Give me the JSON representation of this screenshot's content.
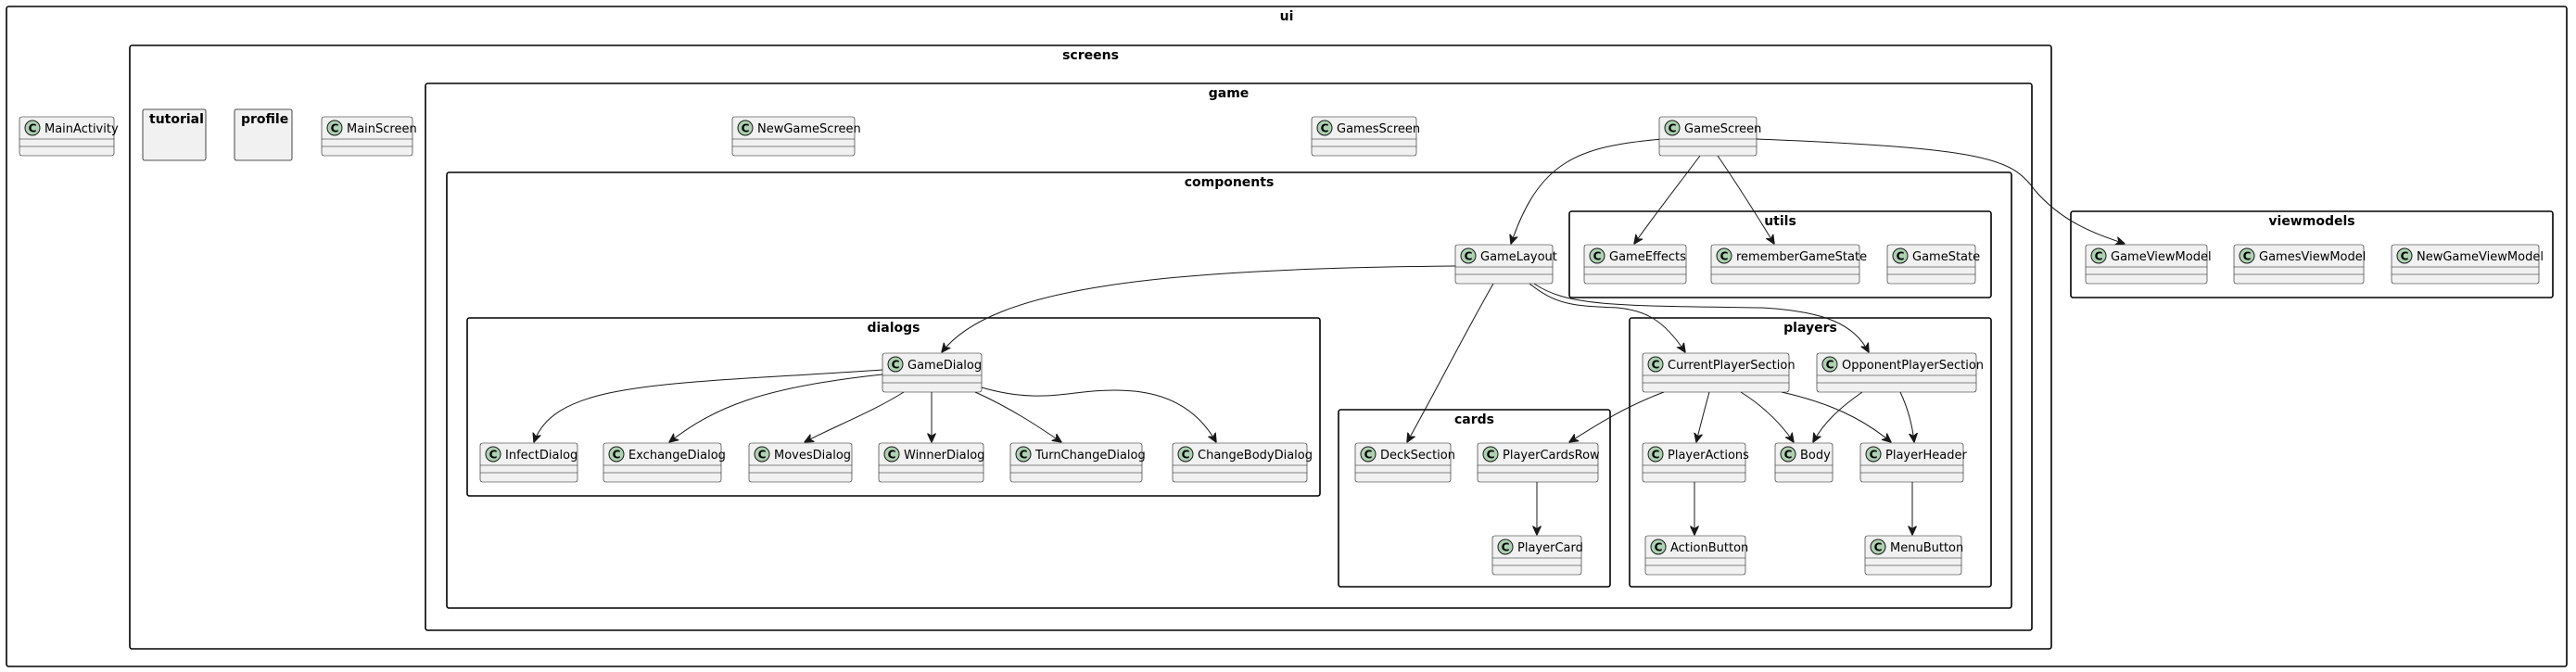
{
  "packages": [
    {
      "id": "ui",
      "name": "ui"
    },
    {
      "id": "screens",
      "name": "screens"
    },
    {
      "id": "game",
      "name": "game"
    },
    {
      "id": "components",
      "name": "components"
    },
    {
      "id": "utils",
      "name": "utils"
    },
    {
      "id": "dialogs",
      "name": "dialogs"
    },
    {
      "id": "players",
      "name": "players"
    },
    {
      "id": "cards",
      "name": "cards"
    },
    {
      "id": "viewmodels",
      "name": "viewmodels"
    }
  ],
  "empty_packages": [
    {
      "id": "tutorial",
      "name": "tutorial"
    },
    {
      "id": "profile",
      "name": "profile"
    }
  ],
  "classes": [
    {
      "id": "MainActivity",
      "name": "MainActivity",
      "stereotype": "C"
    },
    {
      "id": "MainScreen",
      "name": "MainScreen",
      "stereotype": "C"
    },
    {
      "id": "NewGameScreen",
      "name": "NewGameScreen",
      "stereotype": "C"
    },
    {
      "id": "GamesScreen",
      "name": "GamesScreen",
      "stereotype": "C"
    },
    {
      "id": "GameScreen",
      "name": "GameScreen",
      "stereotype": "C"
    },
    {
      "id": "GameLayout",
      "name": "GameLayout",
      "stereotype": "C"
    },
    {
      "id": "GameEffects",
      "name": "GameEffects",
      "stereotype": "C"
    },
    {
      "id": "rememberGameState",
      "name": "rememberGameState",
      "stereotype": "C"
    },
    {
      "id": "GameState",
      "name": "GameState",
      "stereotype": "C"
    },
    {
      "id": "GameDialog",
      "name": "GameDialog",
      "stereotype": "C"
    },
    {
      "id": "InfectDialog",
      "name": "InfectDialog",
      "stereotype": "C"
    },
    {
      "id": "ExchangeDialog",
      "name": "ExchangeDialog",
      "stereotype": "C"
    },
    {
      "id": "MovesDialog",
      "name": "MovesDialog",
      "stereotype": "C"
    },
    {
      "id": "WinnerDialog",
      "name": "WinnerDialog",
      "stereotype": "C"
    },
    {
      "id": "TurnChangeDialog",
      "name": "TurnChangeDialog",
      "stereotype": "C"
    },
    {
      "id": "ChangeBodyDialog",
      "name": "ChangeBodyDialog",
      "stereotype": "C"
    },
    {
      "id": "DeckSection",
      "name": "DeckSection",
      "stereotype": "C"
    },
    {
      "id": "PlayerCardsRow",
      "name": "PlayerCardsRow",
      "stereotype": "C"
    },
    {
      "id": "PlayerCard",
      "name": "PlayerCard",
      "stereotype": "C"
    },
    {
      "id": "CurrentPlayerSection",
      "name": "CurrentPlayerSection",
      "stereotype": "C"
    },
    {
      "id": "OpponentPlayerSection",
      "name": "OpponentPlayerSection",
      "stereotype": "C"
    },
    {
      "id": "PlayerActions",
      "name": "PlayerActions",
      "stereotype": "C"
    },
    {
      "id": "Body",
      "name": "Body",
      "stereotype": "C"
    },
    {
      "id": "PlayerHeader",
      "name": "PlayerHeader",
      "stereotype": "C"
    },
    {
      "id": "ActionButton",
      "name": "ActionButton",
      "stereotype": "C"
    },
    {
      "id": "MenuButton",
      "name": "MenuButton",
      "stereotype": "C"
    },
    {
      "id": "GameViewModel",
      "name": "GameViewModel",
      "stereotype": "C"
    },
    {
      "id": "GamesViewModel",
      "name": "GamesViewModel",
      "stereotype": "C"
    },
    {
      "id": "NewGameViewModel",
      "name": "NewGameViewModel",
      "stereotype": "C"
    }
  ],
  "relations": [
    {
      "from": "GameScreen",
      "to": "GameLayout"
    },
    {
      "from": "GameScreen",
      "to": "GameEffects"
    },
    {
      "from": "GameScreen",
      "to": "rememberGameState"
    },
    {
      "from": "GameScreen",
      "to": "GameViewModel"
    },
    {
      "from": "GameLayout",
      "to": "GameDialog"
    },
    {
      "from": "GameLayout",
      "to": "DeckSection"
    },
    {
      "from": "GameLayout",
      "to": "CurrentPlayerSection"
    },
    {
      "from": "GameLayout",
      "to": "OpponentPlayerSection"
    },
    {
      "from": "GameDialog",
      "to": "InfectDialog"
    },
    {
      "from": "GameDialog",
      "to": "ExchangeDialog"
    },
    {
      "from": "GameDialog",
      "to": "MovesDialog"
    },
    {
      "from": "GameDialog",
      "to": "WinnerDialog"
    },
    {
      "from": "GameDialog",
      "to": "TurnChangeDialog"
    },
    {
      "from": "GameDialog",
      "to": "ChangeBodyDialog"
    },
    {
      "from": "CurrentPlayerSection",
      "to": "PlayerCardsRow"
    },
    {
      "from": "CurrentPlayerSection",
      "to": "PlayerActions"
    },
    {
      "from": "CurrentPlayerSection",
      "to": "Body"
    },
    {
      "from": "CurrentPlayerSection",
      "to": "PlayerHeader"
    },
    {
      "from": "OpponentPlayerSection",
      "to": "Body"
    },
    {
      "from": "OpponentPlayerSection",
      "to": "PlayerHeader"
    },
    {
      "from": "PlayerCardsRow",
      "to": "PlayerCard"
    },
    {
      "from": "PlayerActions",
      "to": "ActionButton"
    },
    {
      "from": "PlayerHeader",
      "to": "MenuButton"
    }
  ],
  "colors": {
    "class_fill": "#f1f1f1",
    "class_border": "#181818",
    "badge_fill": "#add1b2",
    "edge": "#181818",
    "frame": "#000000",
    "background": "#ffffff"
  }
}
